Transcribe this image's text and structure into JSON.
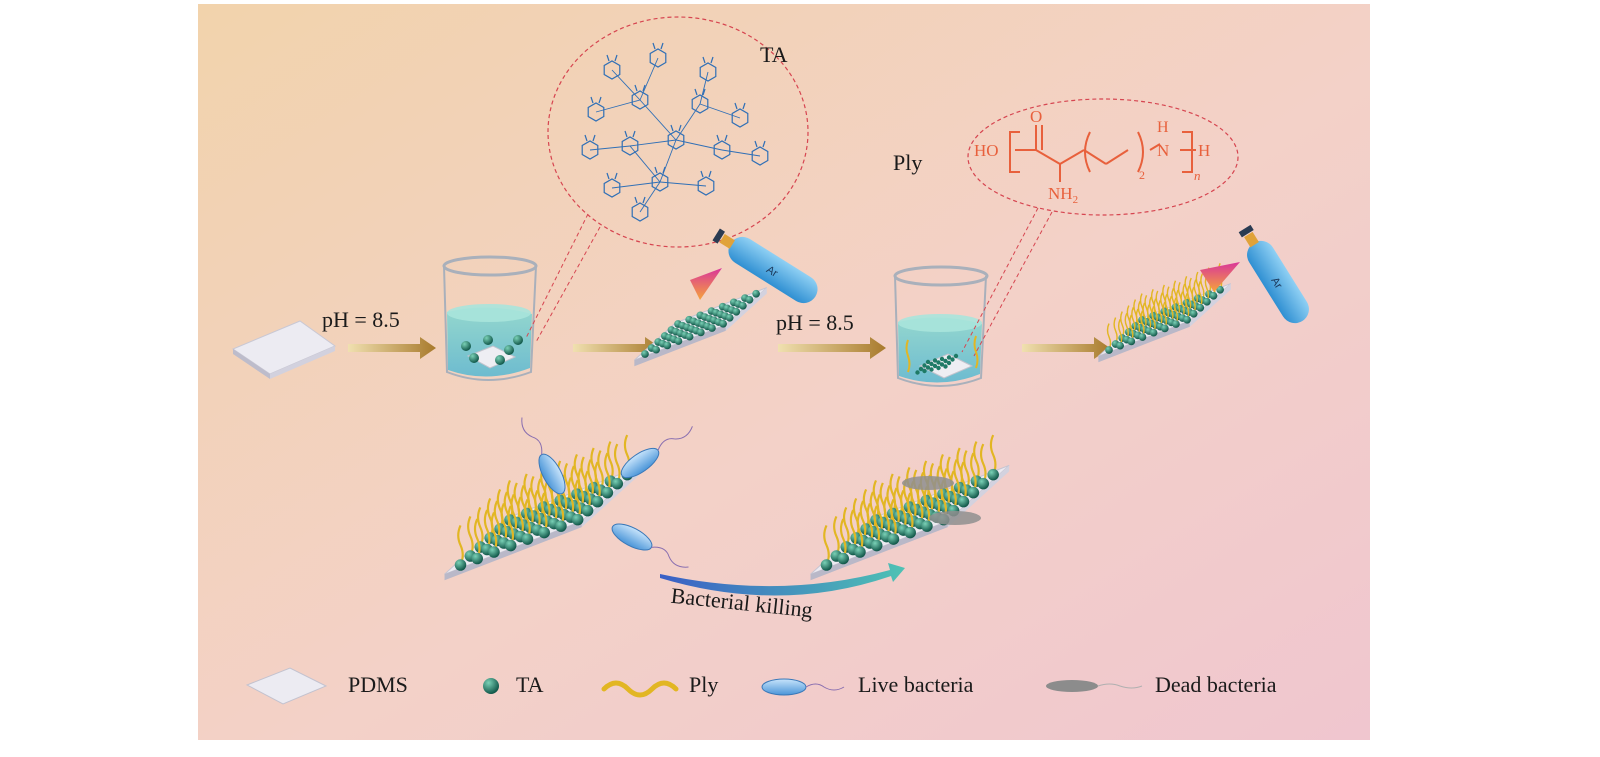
{
  "step_labels": {
    "ph_first": "pH = 8.5",
    "ph_second": "pH = 8.5",
    "ta_title": "TA",
    "ply_title": "Ply",
    "bacterial_killing": "Bacterial killing"
  },
  "ply_formula": {
    "ho": "HO",
    "o": "O",
    "nh2": "NH",
    "nh2_sub": "2",
    "h_top": "H",
    "n": "N",
    "h_end": "H",
    "repeat_sub": "2",
    "n_sub": "n"
  },
  "gas_label": "Ar",
  "legend": {
    "pdms": "PDMS",
    "ta": "TA",
    "ply": "Ply",
    "live": "Live bacteria",
    "dead": "Dead bacteria"
  },
  "colors": {
    "background_top": "#f2d6b6",
    "background_bottom": "#f3cccb",
    "ta_sphere": "#1f7a66",
    "ply_chain": "#e2b623",
    "ply_formula": "#e8603c",
    "ta_structure": "#2f6fb6",
    "live_bacteria": "#74b6ea",
    "dead_bacteria": "#8c8c8c",
    "arrow_gold": "#b88a3c",
    "dashed_callout": "#d64550"
  }
}
